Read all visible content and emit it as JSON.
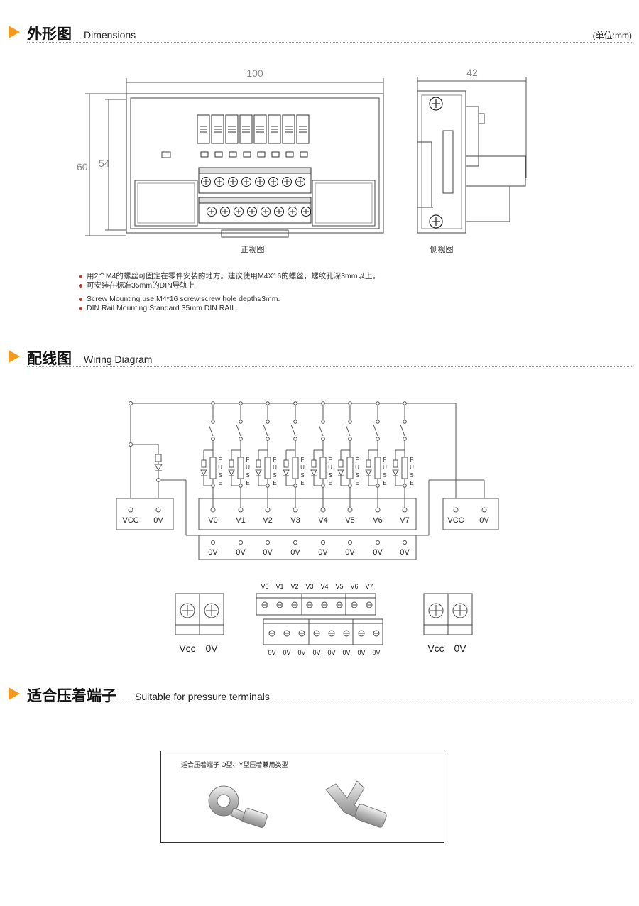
{
  "sections": {
    "dimensions": {
      "title_zh": "外形图",
      "title_en": "Dimensions",
      "unit": "(单位:mm)"
    },
    "wiring": {
      "title_zh": "配线图",
      "title_en": "Wiring Diagram"
    },
    "terminals": {
      "title_zh": "适合压着端子",
      "title_en": "Suitable for pressure terminals"
    }
  },
  "drawing": {
    "width_label": "100",
    "side_width_label": "42",
    "height_outer_label": "60",
    "height_inner_label": "54",
    "front_view_label": "正视图",
    "side_view_label": "侧视图"
  },
  "notes": [
    "用2个M4的螺丝可固定在零件安装的地方。建议使用M4X16的螺丝，螺纹孔深3mm以上。",
    "可安装在标准35mm的DIN导轨上",
    "Screw Mounting:use M4*16 screw,screw hole depth≥3mm.",
    "DIN Rail Mounting:Standard 35mm DIN RAIL."
  ],
  "wiring": {
    "vcc_label": "VCC",
    "zero_v_label": "0V",
    "fuse_letters": [
      "F",
      "U",
      "S",
      "E"
    ],
    "outputs": [
      "V0",
      "V1",
      "V2",
      "V3",
      "V4",
      "V5",
      "V6",
      "V7"
    ],
    "bottom_labels": [
      "0V",
      "0V",
      "0V",
      "0V",
      "0V",
      "0V",
      "0V",
      "0V"
    ],
    "vcc_small": "Vcc",
    "zero_v_small": "0V"
  },
  "terminal_caption": "适合压着端子 O型、Y型压着兼用类型",
  "colors": {
    "accent": "#f39a1e",
    "rule": "#7aa7c2",
    "bullet": "#c0392b"
  }
}
